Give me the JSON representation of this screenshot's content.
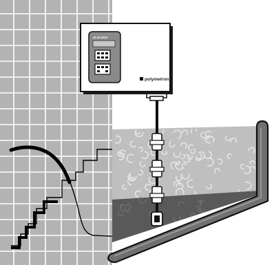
{
  "controller": {
    "model": "SLM-2000",
    "brand": "polymetron",
    "display_color": "#c8c8c8",
    "housing_color": "#ffffff",
    "panel_color": "#8a8a8a"
  },
  "grid_panel": {
    "background_color": "#b3b3b3",
    "grid_line_color": "#ffffff",
    "curve_color": "#000000",
    "step_line_color": "#000000"
  },
  "tank": {
    "upper_fill_color": "#bfbfbf",
    "lower_fill_color": "#595959",
    "wall_color": "#707070",
    "bubble_color": "#e6e6e6"
  },
  "sensors": {
    "count": 3,
    "color": "#ffffff",
    "probe_tip_color": "#ffffff"
  }
}
